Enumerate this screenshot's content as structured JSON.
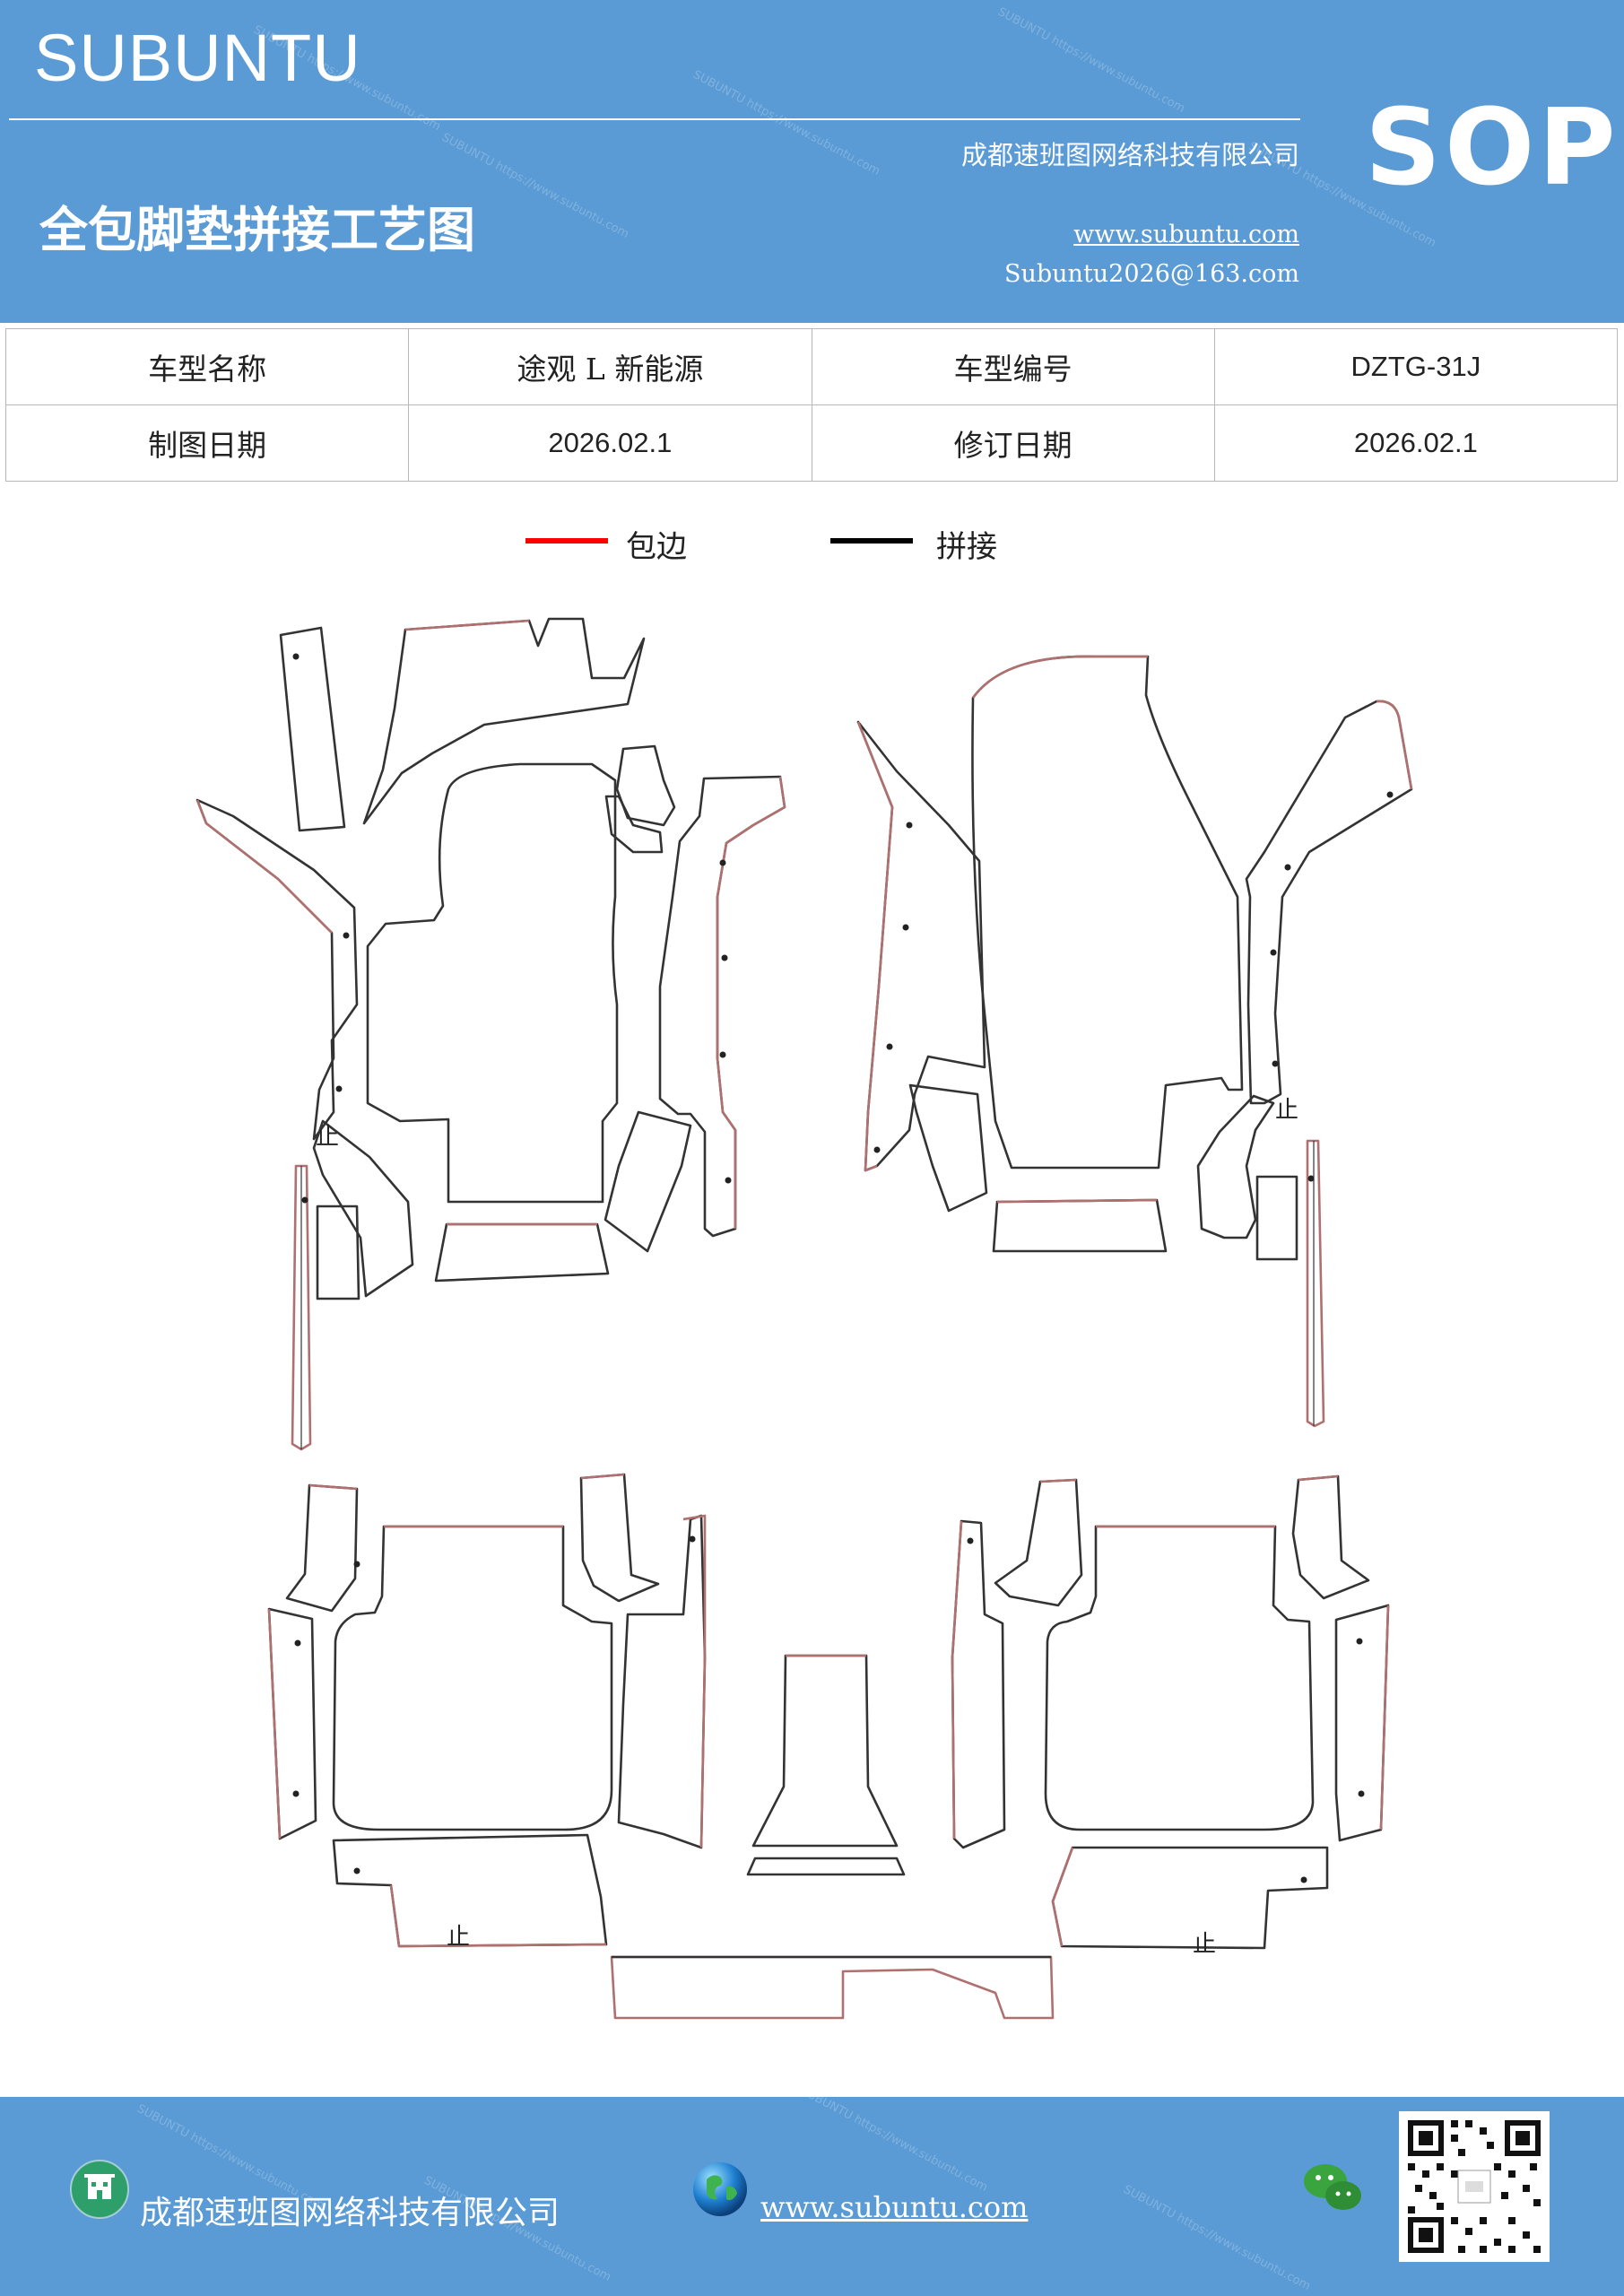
{
  "header": {
    "brand": "SUBUNTU",
    "company": "成都速班图网络科技有限公司",
    "title": "全包脚垫拼接工艺图",
    "website": "www.subuntu.com",
    "email": "Subuntu2026@163.com",
    "badge": "SOP",
    "watermark_text": "SUBUNTU https://www.subuntu.com"
  },
  "info_table": {
    "model_name_label": "车型名称",
    "model_name_value": "途观 L 新能源",
    "model_code_label": "车型编号",
    "model_code_value": "DZTG-31J",
    "draw_date_label": "制图日期",
    "draw_date_value": "2026.02.1",
    "revise_date_label": "修订日期",
    "revise_date_value": "2026.02.1"
  },
  "legend": {
    "items": [
      {
        "label": "包边",
        "color": "#ff0000"
      },
      {
        "label": "拼接",
        "color": "#000000"
      }
    ]
  },
  "drawing": {
    "edge_color": "#b07070",
    "seam_color": "#333333",
    "mark_text": "止"
  },
  "footer": {
    "company": "成都速班图网络科技有限公司",
    "website": "www.subuntu.com",
    "icons": [
      "building-icon",
      "globe-icon",
      "wechat-icon",
      "qr-code"
    ]
  }
}
